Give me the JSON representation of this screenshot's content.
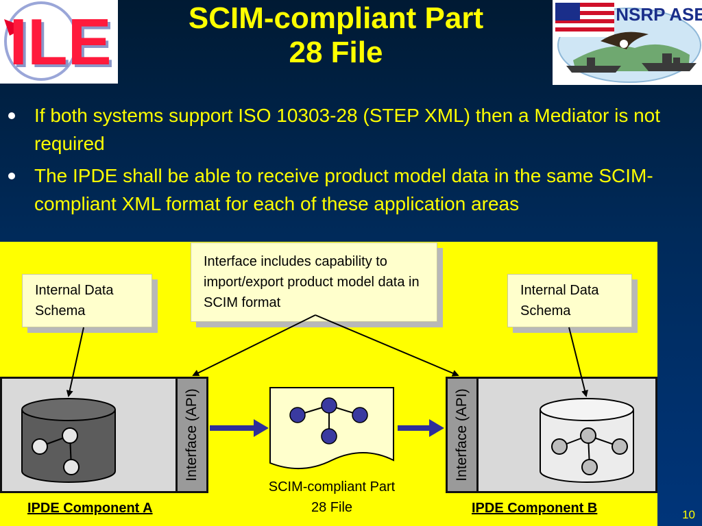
{
  "title": {
    "line1": "SCIM-compliant Part",
    "line2": "28 File"
  },
  "logos": {
    "left_text": "ILE",
    "right_text": "NSRP ASE"
  },
  "bullets": [
    "If both systems support ISO 10303-28 (STEP XML) then a Mediator is not required",
    "The IPDE shall be able to receive product model data in the same SCIM-compliant XML format for each of these application areas"
  ],
  "diagram": {
    "note_left": "Internal Data Schema",
    "note_center": "Interface includes capability to import/export product model data in SCIM format",
    "note_right": "Internal Data Schema",
    "api_left": "Interface (API)",
    "api_right": "Interface (API)",
    "file_label": "SCIM-compliant Part 28 File",
    "component_a": "IPDE Component A",
    "component_b": "IPDE Component B"
  },
  "page_number": "10",
  "colors": {
    "accent": "#ffff00",
    "node_blue": "#3a3aa0",
    "arrow_blue": "#2e2e9a"
  }
}
